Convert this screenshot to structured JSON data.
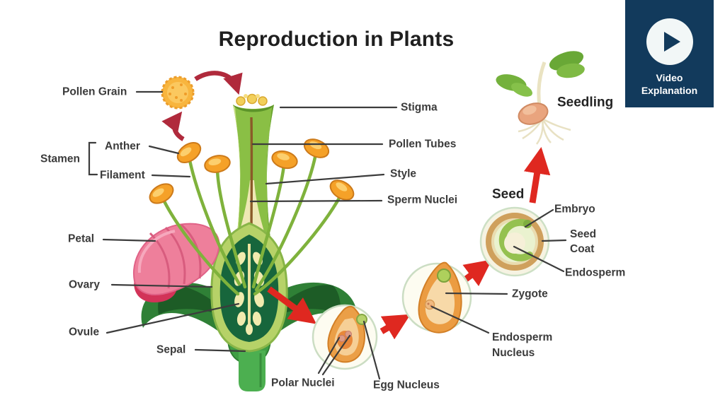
{
  "title": "Reproduction in Plants",
  "video_button": {
    "line1": "Video",
    "line2": "Explanation"
  },
  "flower_labels": {
    "pollen_grain": "Pollen Grain",
    "stamen": "Stamen",
    "anther": "Anther",
    "filament": "Filament",
    "petal": "Petal",
    "ovary": "Ovary",
    "ovule": "Ovule",
    "sepal": "Sepal",
    "stigma": "Stigma",
    "pollen_tubes": "Pollen Tubes",
    "style": "Style",
    "sperm_nuclei": "Sperm Nuclei"
  },
  "stage_labels": {
    "polar_nuclei": "Polar Nuclei",
    "egg_nucleus": "Egg Nucleus",
    "seed": "Seed",
    "embryo": "Embryo",
    "seed_coat": "Seed Coat",
    "endosperm": "Endosperm",
    "zygote": "Zygote",
    "endosperm_nucleus": "Endosperm Nucleus",
    "seedling": "Seedling"
  },
  "colors": {
    "video_panel": "#123a5c",
    "arrow_red": "#df2820",
    "arrow_dark_red": "#b02a3c",
    "label_text": "#3b3b3b"
  }
}
